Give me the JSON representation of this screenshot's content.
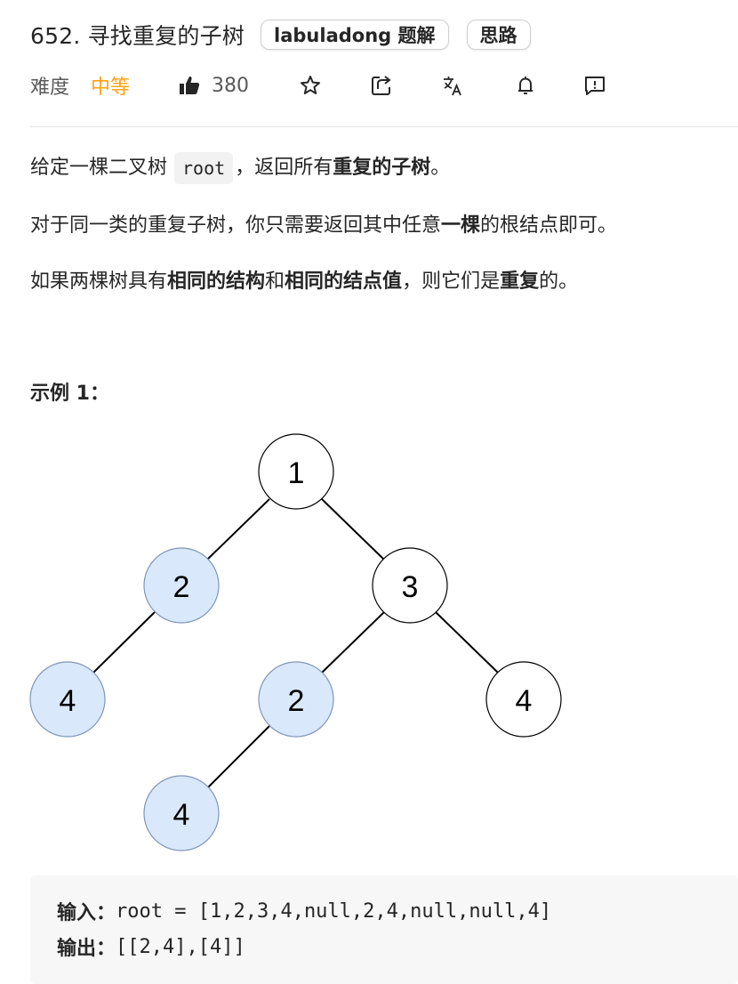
{
  "problem": {
    "title": "652. 寻找重复的子树",
    "tags": [
      "labuladong 题解",
      "思路"
    ]
  },
  "meta": {
    "difficulty_label": "难度",
    "difficulty_value": "中等",
    "likes": "380",
    "icons": [
      "thumbs-up-icon",
      "star-icon",
      "share-icon",
      "translate-icon",
      "bell-icon",
      "feedback-icon"
    ],
    "difficulty_color": "#ffa116"
  },
  "description": {
    "p1": {
      "text_a": "给定一棵二叉树",
      "code": "root",
      "text_b": "，返回所有",
      "bold": "重复的子树",
      "text_c": "。"
    },
    "p2": {
      "text_a": "对于同一类的重复子树，你只需要返回其中任意",
      "bold": "一棵",
      "text_b": "的根结点即可。"
    },
    "p3": {
      "text_a": "如果两棵树具有",
      "bold_a": "相同的结构",
      "text_b": "和",
      "bold_b": "相同的结点值",
      "text_c": "，则它们是",
      "bold_c": "重复",
      "text_d": "的。"
    }
  },
  "example": {
    "title": "示例 1：",
    "tree_nodes": [
      "1",
      "2",
      "3",
      "4",
      "2",
      "4",
      "4"
    ],
    "highlight_color": "#dae8fc",
    "input_label": "输入：",
    "input_value": "root = [1,2,3,4,null,2,4,null,null,4]",
    "output_label": "输出：",
    "output_value": "[[2,4],[4]]"
  }
}
